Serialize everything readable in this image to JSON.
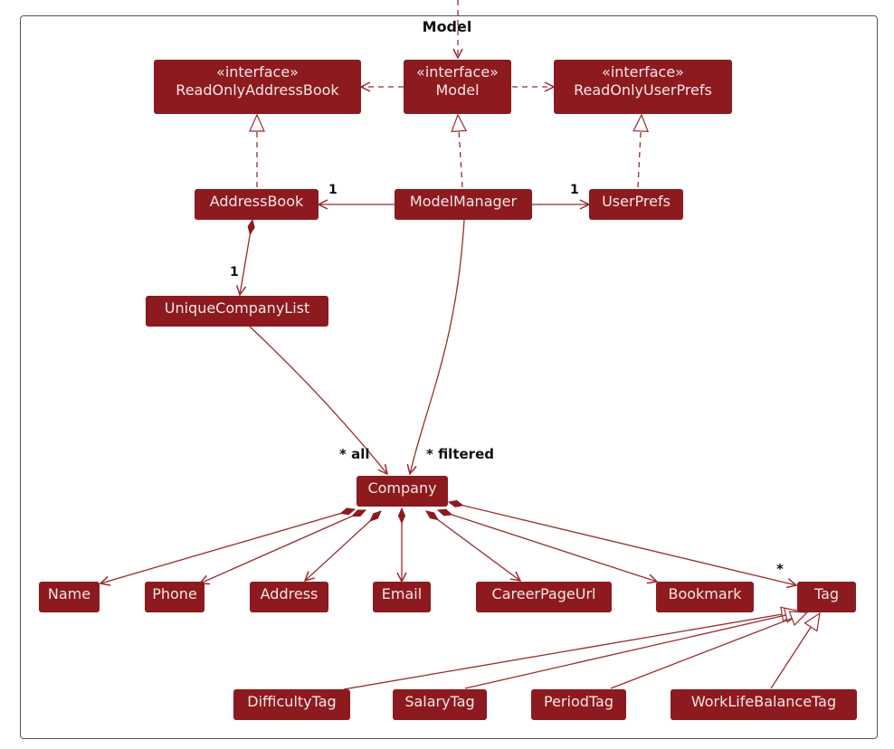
{
  "package": {
    "title": "Model"
  },
  "interfaces": {
    "read_only_address_book": {
      "stereotype": "«interface»",
      "name": "ReadOnlyAddressBook"
    },
    "model": {
      "stereotype": "«interface»",
      "name": "Model"
    },
    "read_only_user_prefs": {
      "stereotype": "«interface»",
      "name": "ReadOnlyUserPrefs"
    }
  },
  "classes": {
    "address_book": "AddressBook",
    "model_manager": "ModelManager",
    "user_prefs": "UserPrefs",
    "unique_company_list": "UniqueCompanyList",
    "company": "Company",
    "name": "Name",
    "phone": "Phone",
    "address": "Address",
    "email": "Email",
    "career_page_url": "CareerPageUrl",
    "bookmark": "Bookmark",
    "tag": "Tag",
    "difficulty_tag": "DifficultyTag",
    "salary_tag": "SalaryTag",
    "period_tag": "PeriodTag",
    "work_life_balance_tag": "WorkLifeBalanceTag"
  },
  "multiplicities": {
    "address_book": "1",
    "user_prefs": "1",
    "unique_company_list": "1",
    "all": "* all",
    "filtered": "* filtered",
    "tag": "*"
  },
  "colors": {
    "class_fill": "#8c1a1f",
    "class_text": "#f3e6e6",
    "edge": "#9b2a2e"
  }
}
